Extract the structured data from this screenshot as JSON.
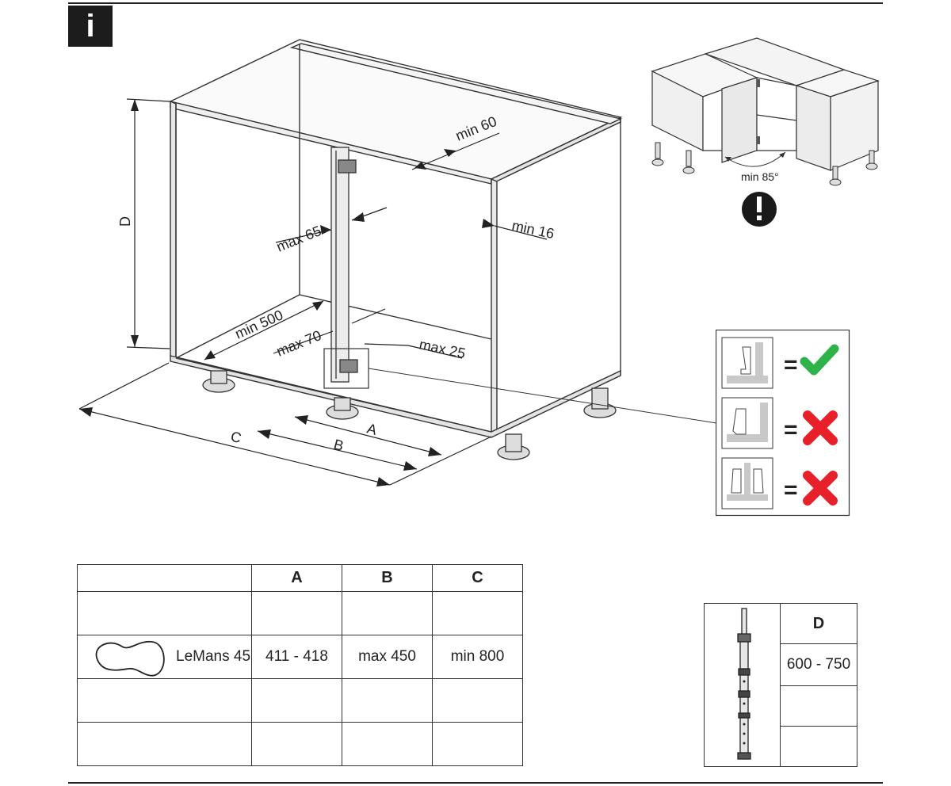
{
  "badge": "i",
  "dimensions": {
    "min_60": "min 60",
    "max_65": "max 65",
    "min_16": "min 16",
    "min_500": "min 500",
    "max_70": "max 70",
    "max_25": "max 25",
    "A": "A",
    "B": "B",
    "C": "C",
    "D": "D",
    "min_85": "min 85°"
  },
  "hinge_check": {
    "equals": "=",
    "rows": [
      {
        "result": "ok",
        "color": "#2db34a"
      },
      {
        "result": "wrong",
        "color": "#e8202a"
      },
      {
        "result": "wrong",
        "color": "#e8202a"
      }
    ]
  },
  "main_table": {
    "headers": [
      "",
      "A",
      "B",
      "C"
    ],
    "rows": [
      [
        "",
        "",
        "",
        ""
      ],
      [
        "LeMans 45",
        "411 - 418",
        "max 450",
        "min 800"
      ],
      [
        "",
        "",
        "",
        ""
      ],
      [
        "",
        "",
        "",
        ""
      ]
    ]
  },
  "d_table": {
    "header": "D",
    "rows": [
      "600 - 750",
      "",
      ""
    ]
  }
}
